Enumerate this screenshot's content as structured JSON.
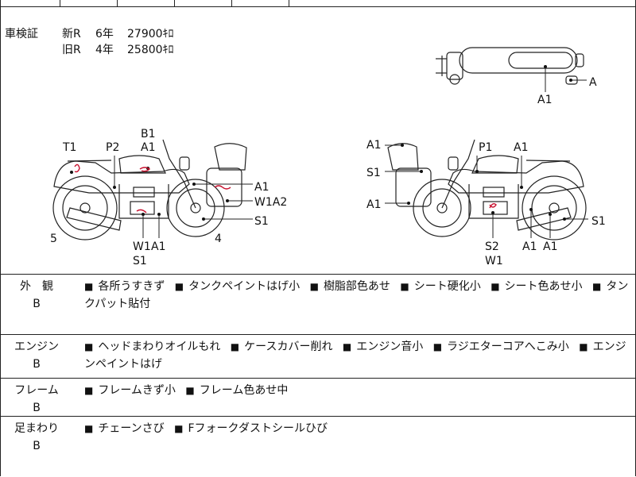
{
  "shaken": {
    "label": "車検証",
    "rows": [
      {
        "type": "新R",
        "years": "6年",
        "weight": "27900ｷﾛ"
      },
      {
        "type": "旧R",
        "years": "4年",
        "weight": "25800ｷﾛ"
      }
    ]
  },
  "diagram_labels": {
    "top_view": {
      "a": "A",
      "a1": "A1"
    },
    "left_view": {
      "t1": "T1",
      "p2": "P2",
      "b1": "B1",
      "a1_top": "A1",
      "a1_box": "A1",
      "w1a2": "W1A2",
      "s1": "S1",
      "w1": "W1",
      "a1_bottom": "A1",
      "s1_bottom": "S1",
      "num5": "5",
      "num4": "4"
    },
    "right_view": {
      "a1_top": "A1",
      "s1": "S1",
      "a1_left": "A1",
      "p1": "P1",
      "a1_tank": "A1",
      "s2": "S2",
      "w1": "W1",
      "a1_b1": "A1",
      "a1_b2": "A1",
      "s1_right": "S1"
    }
  },
  "condition": [
    {
      "category": "外　観",
      "grade": "B",
      "items": [
        "各所うすきず",
        "タンクペイントはげ小",
        "樹脂部色あせ",
        "シート硬化小",
        "シート色あせ小",
        "タンクパット貼付"
      ]
    },
    {
      "category": "エンジン",
      "grade": "B",
      "items": [
        "ヘッドまわりオイルもれ",
        "ケースカバー削れ",
        "エンジン音小",
        "ラジエターコアへこみ小",
        "エンジンペイントはげ"
      ]
    },
    {
      "category": "フレーム",
      "grade": "B",
      "items": [
        "フレームきず小",
        "フレーム色あせ中"
      ]
    },
    {
      "category": "足まわり",
      "grade": "B",
      "items": [
        "チェーンさび",
        "Fフォークダストシールひび"
      ]
    }
  ],
  "colors": {
    "marks": "#c8102e",
    "line": "#222222"
  }
}
